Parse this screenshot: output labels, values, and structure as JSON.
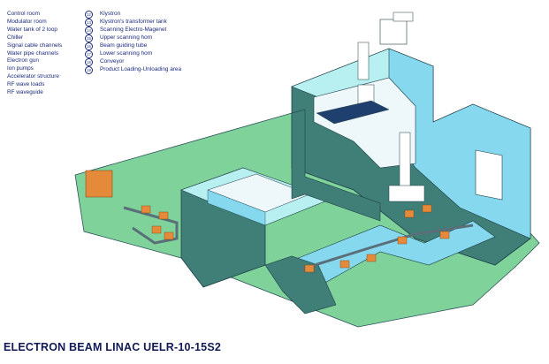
{
  "legend_left": [
    "Control room",
    "Modulator room",
    "Water tank of 2  loop",
    "Chiller",
    "Signal cable channels",
    "Water pipe channels",
    "Electron gun",
    "Ion pumps",
    "Accelerator structure",
    "RF wave loads",
    "RF waveguide"
  ],
  "legend_right": [
    {
      "num": "12",
      "label": "Klystron"
    },
    {
      "num": "13",
      "label": "Klystron's transformer tank"
    },
    {
      "num": "14",
      "label": "Scanning Electro-Magenet"
    },
    {
      "num": "15",
      "label": "Upper scanning horn"
    },
    {
      "num": "16",
      "label": "Beam guiding tube"
    },
    {
      "num": "17",
      "label": "Lower scanning horn"
    },
    {
      "num": "18",
      "label": "Conveyor"
    },
    {
      "num": "19",
      "label": "Product Loading-Unloading area"
    }
  ],
  "title": "ELECTRON BEAM LINAC  UELR-10-15S2",
  "colors": {
    "ground": "#7fd39a",
    "wall_side": "#3f7f78",
    "wall_top": "#b8f0f2",
    "interior": "#86d8ef",
    "text": "#1a2a7a",
    "box": "#e58a3a"
  }
}
